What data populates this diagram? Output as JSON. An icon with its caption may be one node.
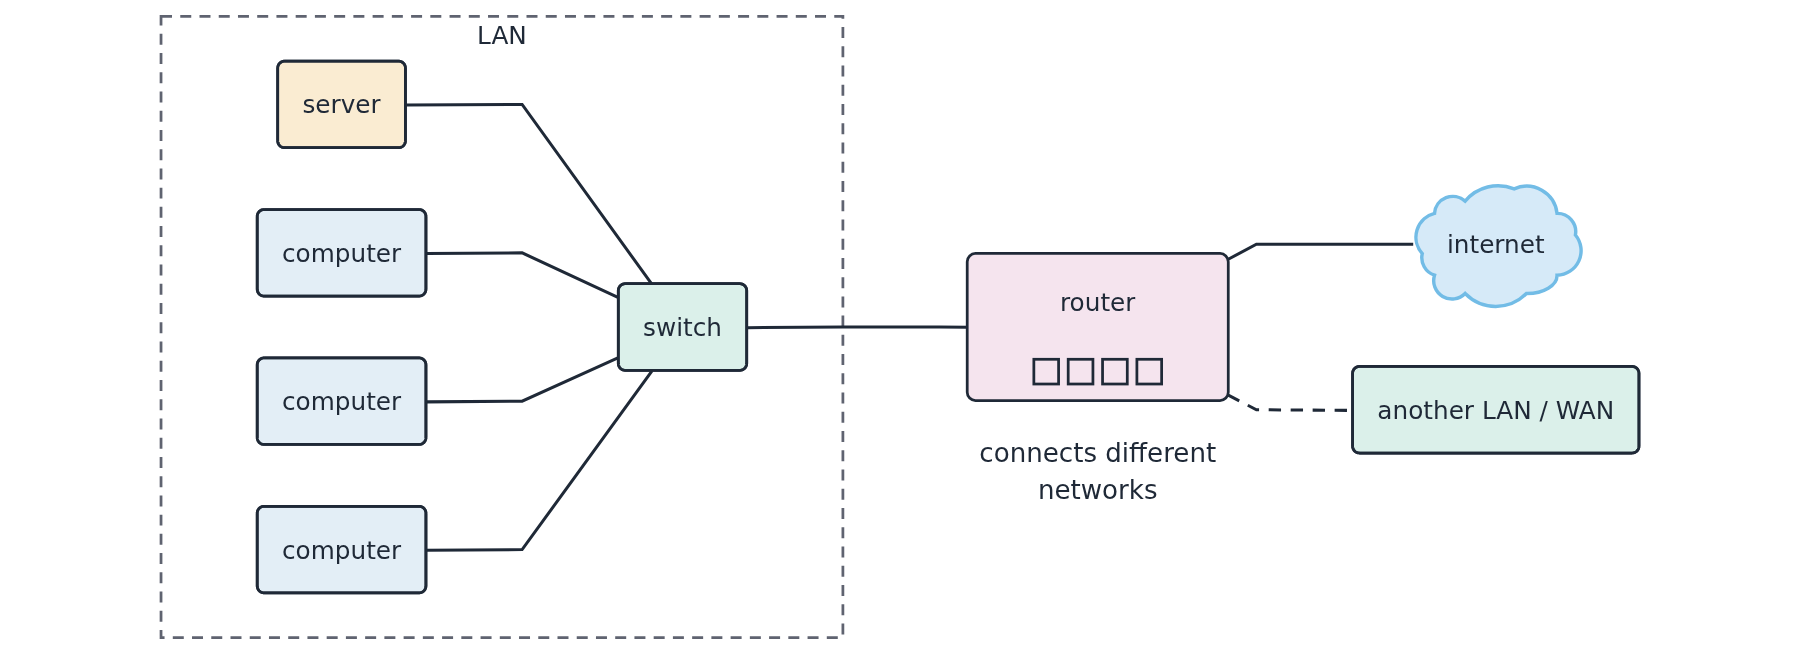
{
  "diagram": {
    "nodes": [
      {
        "text": [
          "LAN"
        ]
      },
      {
        "text": [
          "server"
        ],
        "in": 0
      },
      {
        "text": [
          "computer"
        ],
        "in": 0
      },
      {
        "text": [
          "computer"
        ],
        "in": 0
      },
      {
        "text": [
          "computer"
        ],
        "in": 0
      },
      {
        "text": [
          "switch"
        ],
        "in": 0
      },
      {
        "text": [
          "router"
        ],
        "beside": [
          "connects different networks"
        ]
      },
      {
        "text": [
          "internet"
        ]
      },
      {
        "text": [
          "another LAN / WAN"
        ]
      }
    ],
    "edges": [
      {
        "from": 1,
        "to": 5,
        "arrow": "none"
      },
      {
        "from": 2,
        "to": 5,
        "arrow": "none"
      },
      {
        "from": 3,
        "to": 5,
        "arrow": "none"
      },
      {
        "from": 4,
        "to": 5,
        "arrow": "none"
      },
      {
        "from": 5,
        "to": 6,
        "arrow": "none"
      },
      {
        "from": 6,
        "to": 7,
        "arrow": "none"
      },
      {
        "from": 6,
        "to": 8,
        "arrow": "none",
        "style": "dashed"
      }
    ]
  }
}
